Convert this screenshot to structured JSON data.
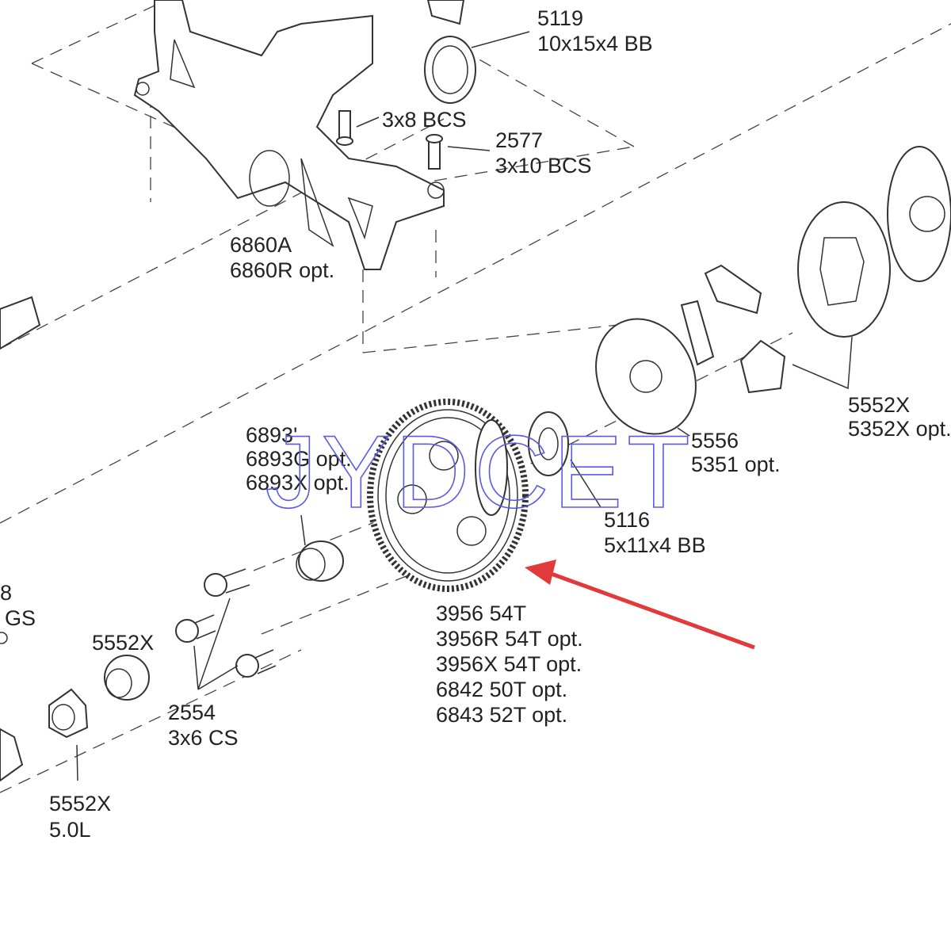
{
  "watermark": "JYDCET",
  "colors": {
    "arrow": "#e23a3a",
    "watermark": "#5a5ae6",
    "lines": "#333333"
  },
  "labels": {
    "p5119": [
      "5119",
      "10x15x4 BB"
    ],
    "p3x8": [
      "3x8 BCS"
    ],
    "p2577": [
      "2577",
      "3x10 BCS"
    ],
    "p6860": [
      "6860A",
      "6860R opt."
    ],
    "p5552x_right": [
      "5552X",
      "5352X opt."
    ],
    "p5556": [
      "5556",
      "5351 opt."
    ],
    "p6893": [
      "6893'",
      "6893G opt.",
      "6893X opt."
    ],
    "p5116": [
      "5116",
      "5x11x4 BB"
    ],
    "p3956": [
      "3956 54T",
      "3956R 54T opt.",
      "3956X 54T opt.",
      "6842 50T opt.",
      "6843 52T opt."
    ],
    "p_left_partial": [
      "8",
      "GS"
    ],
    "p5552x_spring": [
      "5552X"
    ],
    "p2554": [
      "2554",
      "3x6 CS"
    ],
    "p5552x_nut": [
      "5552X",
      "5.0L"
    ]
  }
}
